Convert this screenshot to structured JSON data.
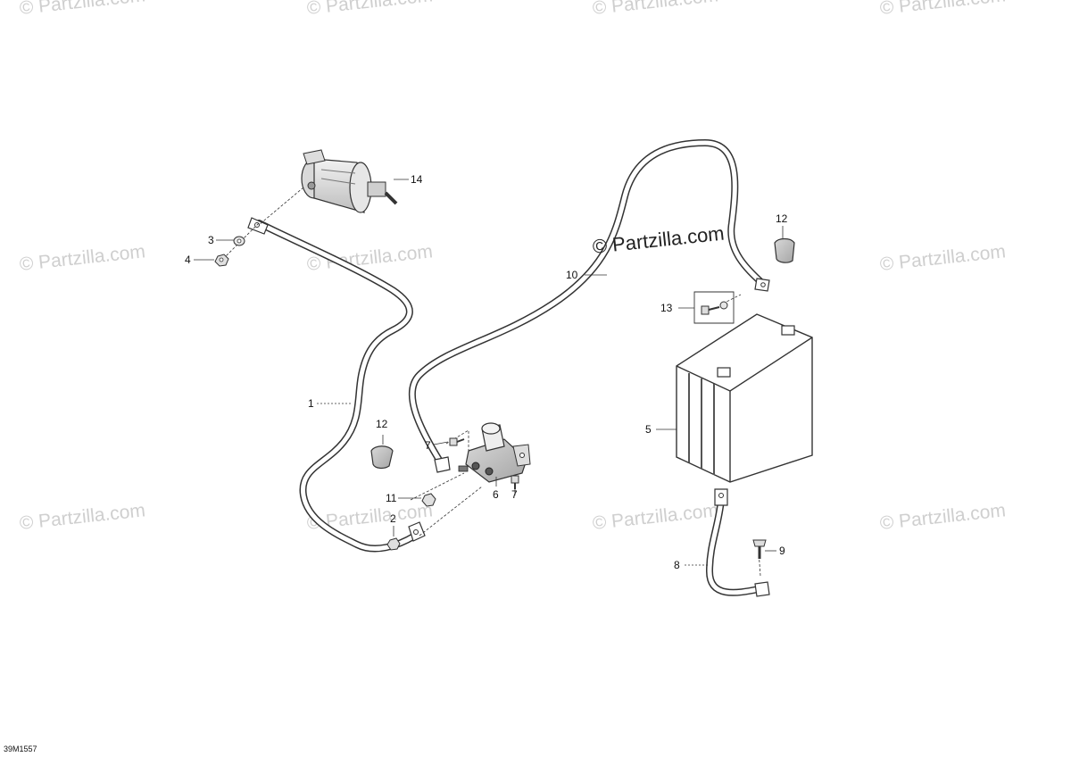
{
  "watermark": {
    "text": "© Partzilla.com",
    "main_text": "© Partzilla.com"
  },
  "drawing_code": "39M1557",
  "callouts": {
    "c1": "1",
    "c2": "2",
    "c3": "3",
    "c4": "4",
    "c5": "5",
    "c6": "6",
    "c7a": "7",
    "c7b": "7",
    "c8": "8",
    "c9": "9",
    "c10": "10",
    "c11": "11",
    "c12a": "12",
    "c12b": "12",
    "c13": "13",
    "c14": "14"
  }
}
